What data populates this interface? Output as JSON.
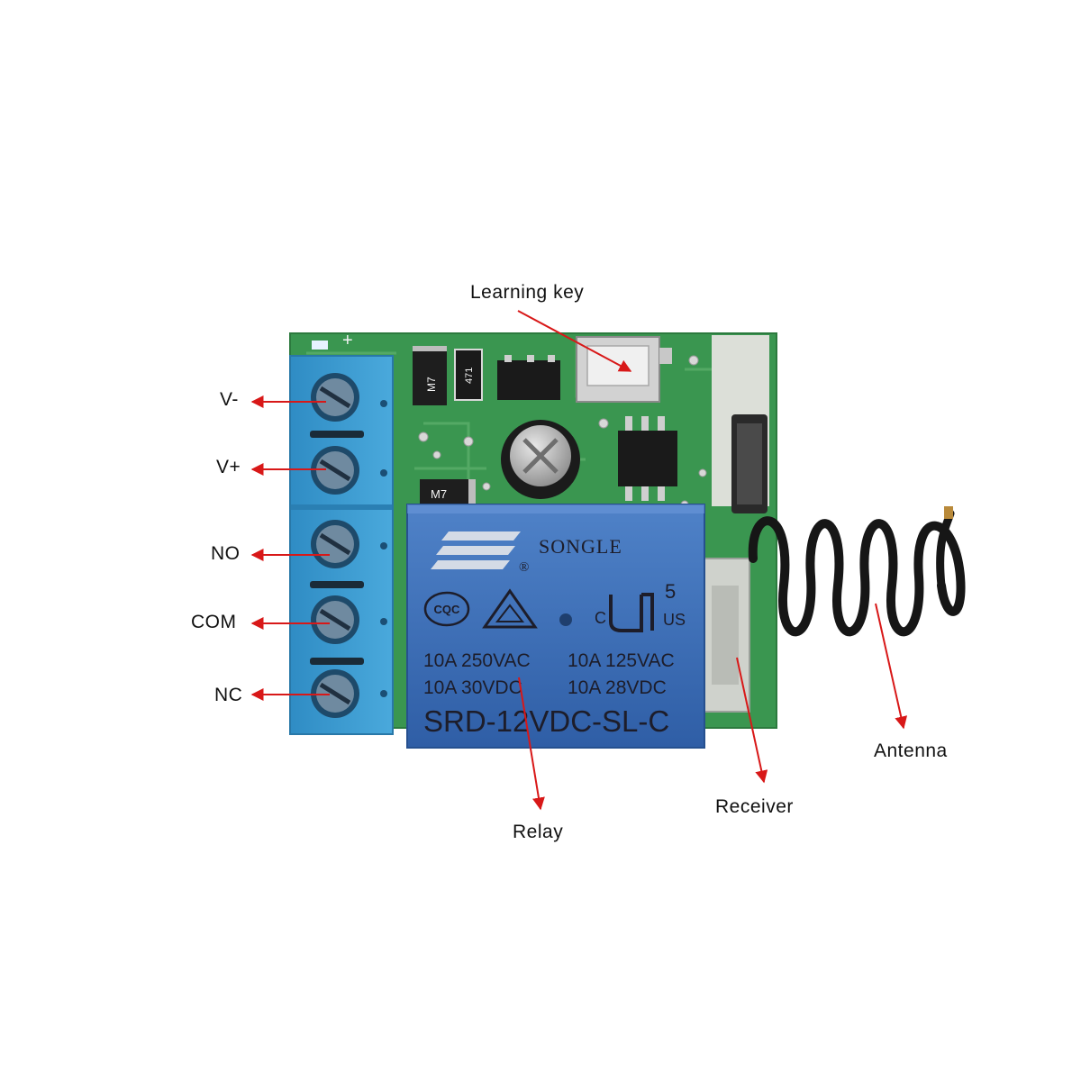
{
  "callouts": {
    "learning_key": "Learning key",
    "v_minus": "V-",
    "v_plus": "V+",
    "no": "NO",
    "com": "COM",
    "nc": "NC",
    "relay": "Relay",
    "receiver": "Receiver",
    "antenna": "Antenna"
  },
  "relay": {
    "brand": "SONGLE",
    "rating_row1_left": "10A 250VAC",
    "rating_row1_right": "10A 125VAC",
    "rating_row2_left": "10A 30VDC",
    "rating_row2_right": "10A 28VDC",
    "model": "SRD-12VDC-SL-C",
    "cert_mark": "CQC",
    "ul_number": "5",
    "ul_c": "C",
    "ul_us": "US"
  },
  "pcb": {
    "silk_plus": "+",
    "diode_top": "M7",
    "diode_bottom": "M7",
    "resistor_value": "471"
  },
  "colors": {
    "arrow": "#d81818",
    "pcb": "#3a9650",
    "relay_body": "#3c6fb8",
    "terminal_block": "#3d9ed2",
    "antenna_wire": "#161616"
  }
}
